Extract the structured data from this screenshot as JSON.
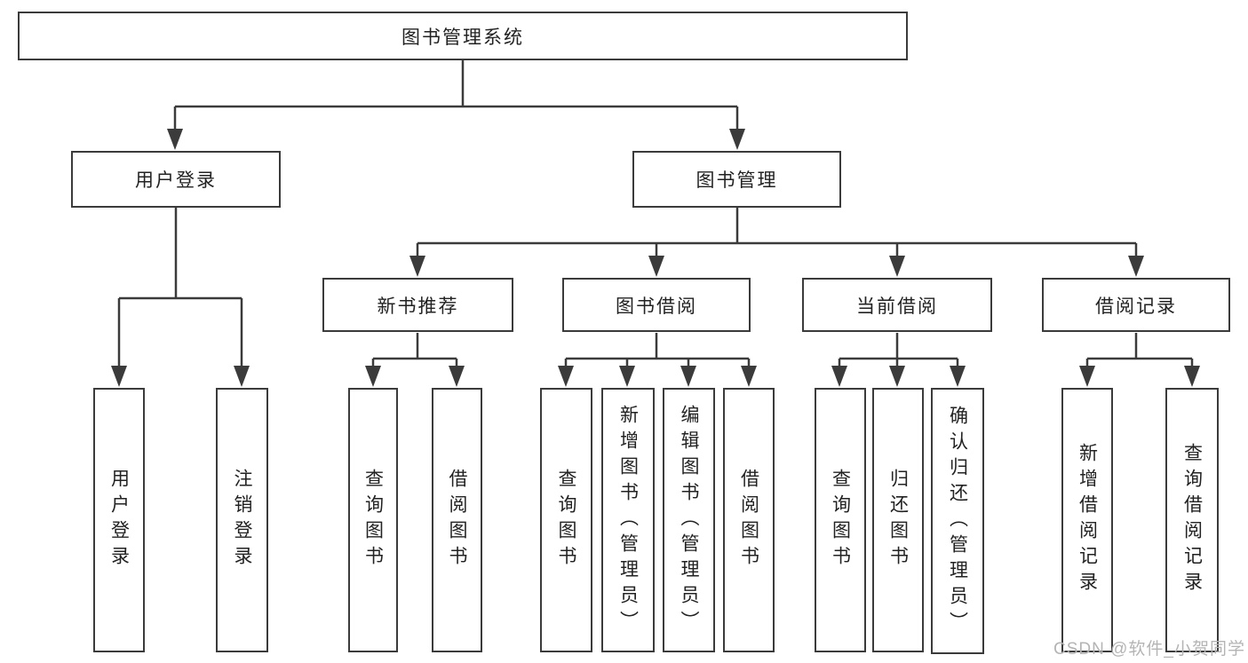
{
  "diagram": {
    "watermark": "CSDN @软件_小贺同学",
    "line_color": "#3b3b3b",
    "background_color": "#ffffff",
    "nodes": {
      "root": "图书管理系统",
      "user_login": "用户登录",
      "book_mgmt": "图书管理",
      "user_login_children": [
        "用户登录",
        "注销登录"
      ],
      "groups": [
        {
          "label": "新书推荐",
          "children": [
            "查询图书",
            "借阅图书"
          ]
        },
        {
          "label": "图书借阅",
          "children": [
            "查询图书",
            "新增图书（管理员）",
            "编辑图书（管理员）",
            "借阅图书"
          ]
        },
        {
          "label": "当前借阅",
          "children": [
            "查询图书",
            "归还图书",
            "确认归还（管理员）"
          ]
        },
        {
          "label": "借阅记录",
          "children": [
            "新增借阅记录",
            "查询借阅记录"
          ]
        }
      ]
    }
  }
}
